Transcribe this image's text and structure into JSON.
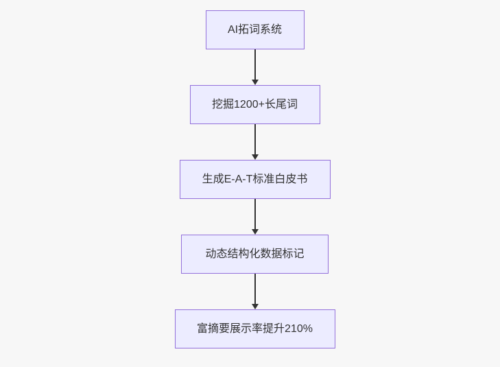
{
  "diagram": {
    "type": "flowchart-top-down",
    "nodes": [
      {
        "id": "A",
        "label": "AI拓词系统"
      },
      {
        "id": "B",
        "label": "挖掘1200+长尾词"
      },
      {
        "id": "C",
        "label": "生成E-A-T标准白皮书"
      },
      {
        "id": "D",
        "label": "动态结构化数据标记"
      },
      {
        "id": "E",
        "label": "富摘要展示率提升210%"
      }
    ],
    "edges": [
      {
        "from": "A",
        "to": "B"
      },
      {
        "from": "B",
        "to": "C"
      },
      {
        "from": "C",
        "to": "D"
      },
      {
        "from": "D",
        "to": "E"
      }
    ]
  },
  "colors": {
    "background": "#f7f7f7",
    "node_fill": "#ECECFF",
    "node_border": "#9370DB",
    "arrow": "#333333",
    "text": "#333333"
  }
}
